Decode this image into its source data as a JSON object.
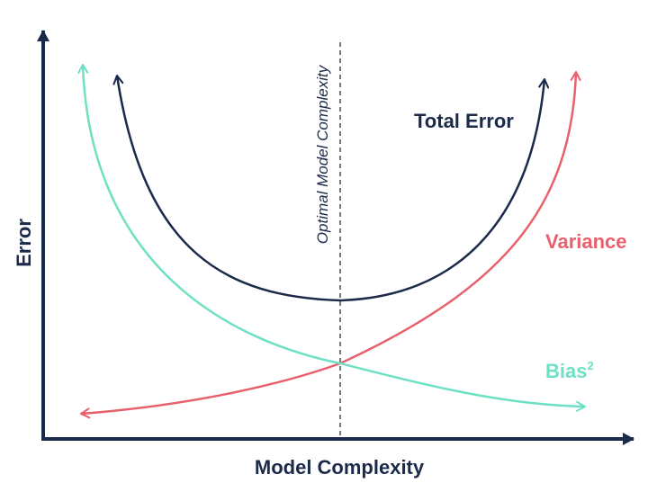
{
  "diagram": {
    "x_axis_label": "Model Complexity",
    "y_axis_label": "Error",
    "optimal_label": "Optimal Model Complexity",
    "curves": {
      "total_error": {
        "label": "Total Error",
        "color": "#1b2a4a"
      },
      "variance": {
        "label": "Variance",
        "color": "#e8606b"
      },
      "bias": {
        "label": "Bias",
        "superscript": "2",
        "color": "#6ee0c4"
      }
    },
    "axis_color": "#1b2a4a",
    "divider_color": "#3b4a66"
  }
}
